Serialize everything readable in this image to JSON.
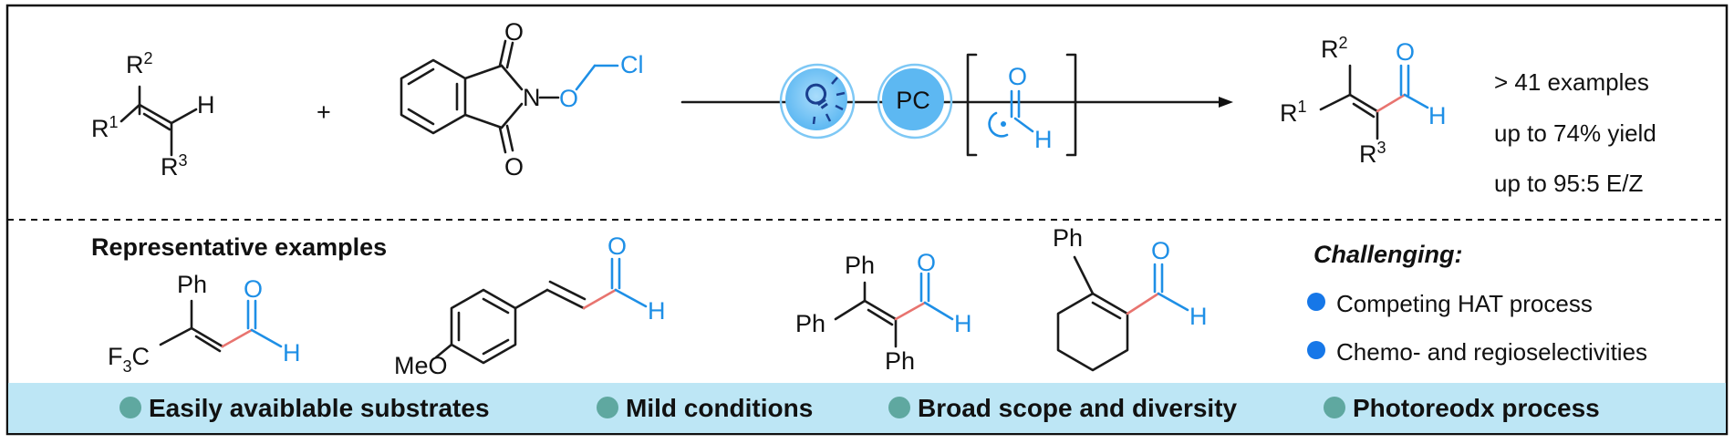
{
  "reaction": {
    "plus": "+",
    "reagent": {
      "n": "N",
      "o": "O",
      "cl": "Cl",
      "carbonyl_o": "O"
    },
    "catalyst": {
      "label": "PC"
    },
    "radical": {
      "o": "O",
      "h": "H"
    },
    "alkene": {
      "r1": "R",
      "r1_sup": "1",
      "r2": "R",
      "r2_sup": "2",
      "r3": "R",
      "r3_sup": "3",
      "h": "H"
    },
    "product": {
      "r1": "R",
      "r1_sup": "1",
      "r2": "R",
      "r2_sup": "2",
      "r3": "R",
      "r3_sup": "3",
      "o": "O",
      "h": "H"
    }
  },
  "stats": [
    "> 41 examples",
    "up to 74% yield",
    "up to 95:5 E/Z"
  ],
  "examples": {
    "heading": "Representative examples",
    "ex1": {
      "ph": "Ph",
      "f": "F",
      "f_sub": "3",
      "c": "C",
      "o": "O",
      "h": "H"
    },
    "ex2": {
      "meo": "MeO",
      "o": "O",
      "h": "H"
    },
    "ex3": {
      "ph_top": "Ph",
      "ph_left": "Ph",
      "ph_bottom": "Ph",
      "o": "O",
      "h": "H"
    },
    "ex4": {
      "ph": "Ph",
      "o": "O",
      "h": "H"
    }
  },
  "challenging": {
    "title": "Challenging:",
    "items": [
      "Competing HAT process",
      "Chemo- and regioselectivities"
    ]
  },
  "features": [
    "Easily avaiblable substrates",
    "Mild conditions",
    "Broad scope and diversity",
    "Photoreodx process"
  ],
  "colors": {
    "accent_blue": "#1e8fe6",
    "new_bond_red": "#e8746f",
    "banner_bg": "#bde6f5",
    "feature_dot": "#5fa8a0",
    "bullet_blue": "#1677e8",
    "light_circle": "#7ec8f5"
  },
  "icons": [
    "light-bulb-icon",
    "feature-dot-icon",
    "bullet-dot-icon"
  ]
}
